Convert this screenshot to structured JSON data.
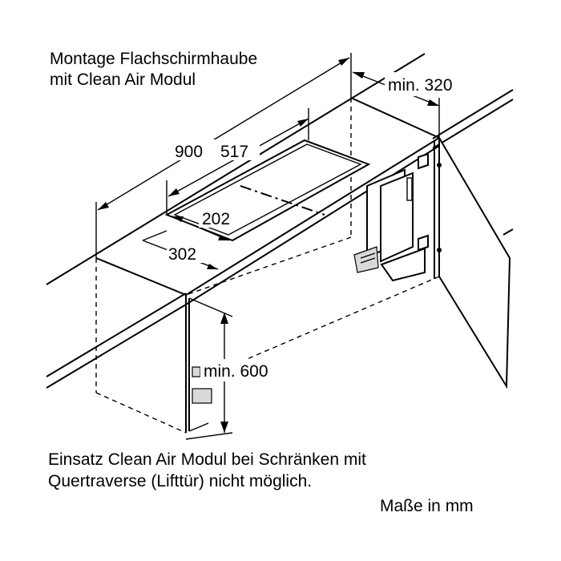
{
  "title_line1": "Montage Flachschirmhaube",
  "title_line2": "mit Clean Air Modul",
  "dimensions": {
    "width_total": "900",
    "width_inner": "517",
    "depth_inner": "202",
    "depth_outer": "302",
    "min_depth": "min. 320",
    "min_height": "min. 600"
  },
  "note_line1": "Einsatz Clean Air Modul bei Schränken mit",
  "note_line2": "Quertraverse (Lifttür) nicht möglich.",
  "units_note": "Maße in mm"
}
